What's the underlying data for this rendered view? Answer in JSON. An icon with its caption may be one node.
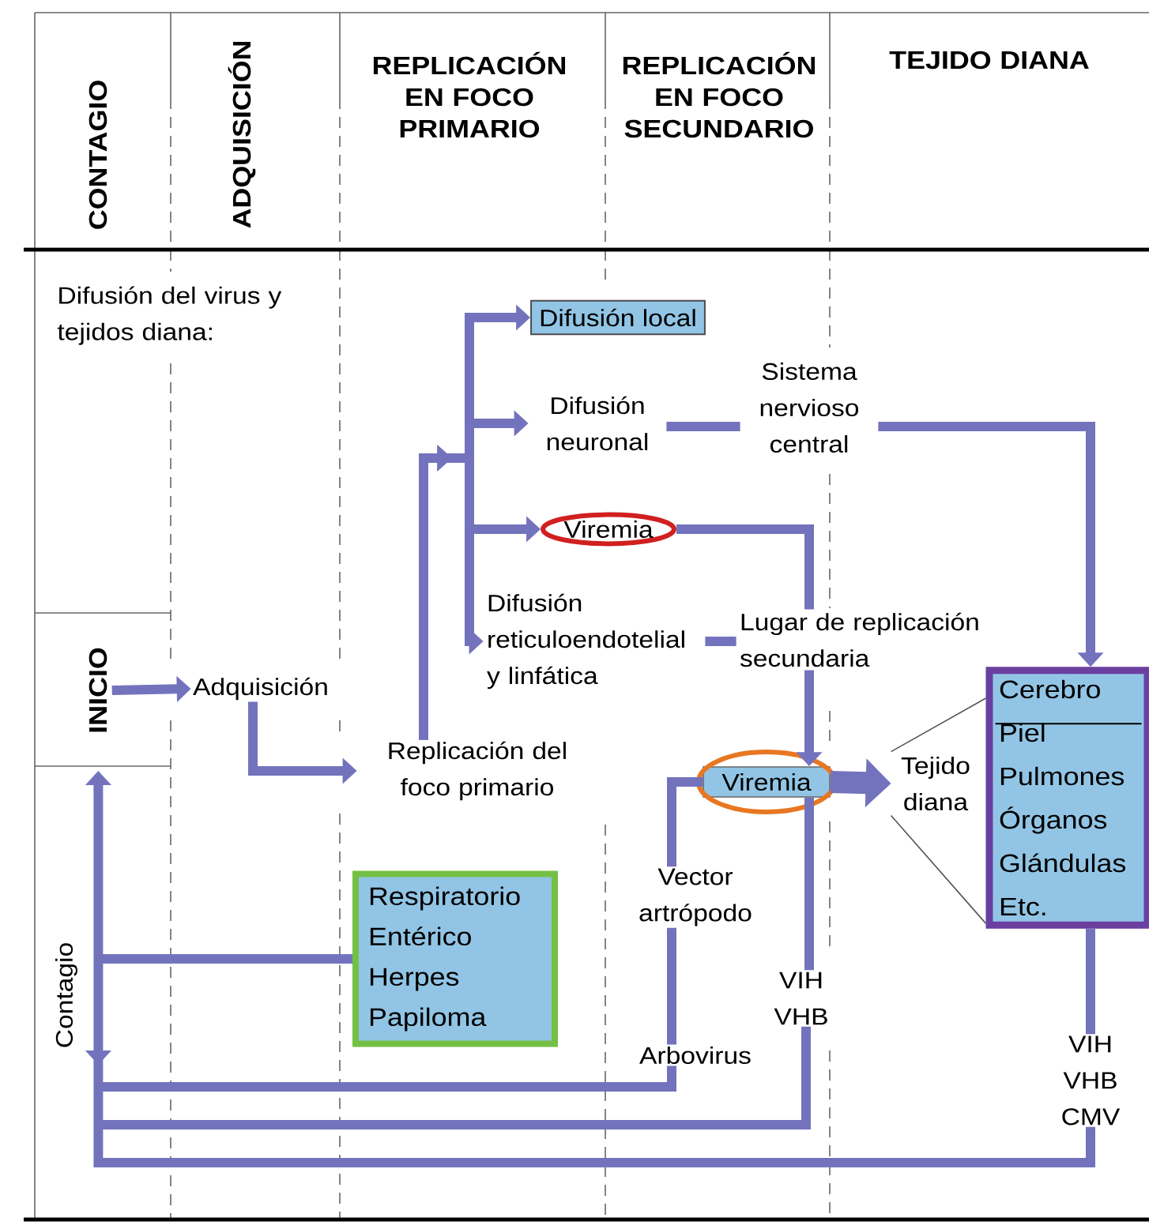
{
  "diagram": {
    "nodes": [
      {
        "text": [
          "Difusión local"
        ]
      },
      {
        "text": [
          "Difusión neuronal"
        ]
      },
      {
        "text": [
          "Sistema nervioso central"
        ]
      },
      {
        "text": [
          "Viremia"
        ]
      },
      {
        "text": [
          "Difusión reticuloendotelial y linfática"
        ]
      },
      {
        "text": [
          "INICIO"
        ]
      },
      {
        "text": [
          "Adquisición"
        ]
      },
      {
        "text": [
          "Lugar de replicación secundaria"
        ]
      },
      {
        "text": [
          "Cerebro",
          "Piel",
          "Pulmones",
          "Órganos",
          "Glándulas",
          "Etc."
        ]
      },
      {
        "text": [
          "Replicación del foco primario"
        ]
      },
      {
        "text": [
          "Viremia"
        ]
      },
      {
        "text": [
          "Tejido diana"
        ]
      },
      {
        "text": [
          "Vector artrópodo"
        ]
      },
      {
        "text": [
          "Respiratorio",
          "Entérico",
          "Herpes",
          "Papiloma"
        ]
      },
      {
        "text": [
          "Contagio"
        ]
      },
      {
        "text": [
          "VIH VHB"
        ]
      },
      {
        "text": [
          "Arbovirus"
        ]
      },
      {
        "text": [
          "VIH VHB CMV"
        ]
      }
    ],
    "edges": [
      {
        "from": 5,
        "to": 6,
        "arrow": "to"
      },
      {
        "from": 6,
        "to": 9,
        "arrow": "to"
      },
      {
        "from": 9,
        "to": 0,
        "arrow": "to"
      },
      {
        "from": 9,
        "to": 1,
        "arrow": "to"
      },
      {
        "from": 9,
        "to": 3,
        "arrow": "to"
      },
      {
        "from": 9,
        "to": 4,
        "arrow": "to"
      },
      {
        "from": 1,
        "to": 2,
        "arrow": "none"
      },
      {
        "from": 2,
        "to": 8,
        "arrow": "to"
      },
      {
        "from": 3,
        "to": 7,
        "arrow": "none"
      },
      {
        "from": 4,
        "to": 7,
        "arrow": "none"
      },
      {
        "from": 7,
        "to": 10,
        "arrow": "to"
      },
      {
        "from": 10,
        "to": 11,
        "arrow": "to",
        "style": "thick"
      },
      {
        "from": 11,
        "to": 8,
        "arrow": "none",
        "color": "#555555"
      },
      {
        "from": 12,
        "to": 10,
        "arrow": "none"
      },
      {
        "from": 16,
        "to": 12,
        "arrow": "none"
      },
      {
        "from": 10,
        "to": 15,
        "arrow": "none"
      },
      {
        "from": 8,
        "to": 17,
        "arrow": "none"
      },
      {
        "from": 16,
        "to": 14,
        "arrow": "none"
      },
      {
        "from": 15,
        "to": 14,
        "arrow": "none"
      },
      {
        "from": 17,
        "to": 14,
        "arrow": "none"
      },
      {
        "from": 13,
        "to": 14,
        "arrow": "none"
      }
    ],
    "labels": [
      "CONTAGIO",
      "ADQUISICIÓN",
      "REPLICACIÓN EN FOCO PRIMARIO",
      "REPLICACIÓN EN FOCO SECUNDARIO",
      "TEJIDO DIANA",
      "Difusión del virus y tejidos diana:"
    ]
  }
}
